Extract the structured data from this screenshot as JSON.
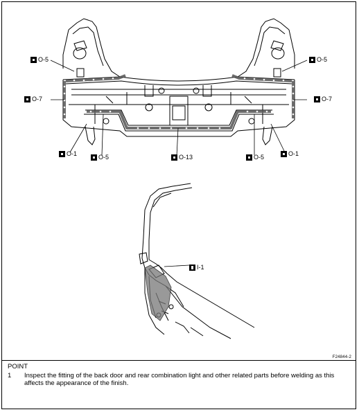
{
  "figure": {
    "id": "F24844-2",
    "callouts": {
      "tl5": "O-5",
      "l7": "O-7",
      "bl1": "O-1",
      "bl5": "O-5",
      "b13": "O-13",
      "br5": "O-5",
      "br1": "O-1",
      "r7": "O-7",
      "tr5": "O-5",
      "side1": "I-1"
    }
  },
  "point": {
    "heading": "POINT",
    "number": "1",
    "text": "Inspect the fitting of the back door and rear combination light and other related parts before welding as this affects the appearance of the finish."
  }
}
